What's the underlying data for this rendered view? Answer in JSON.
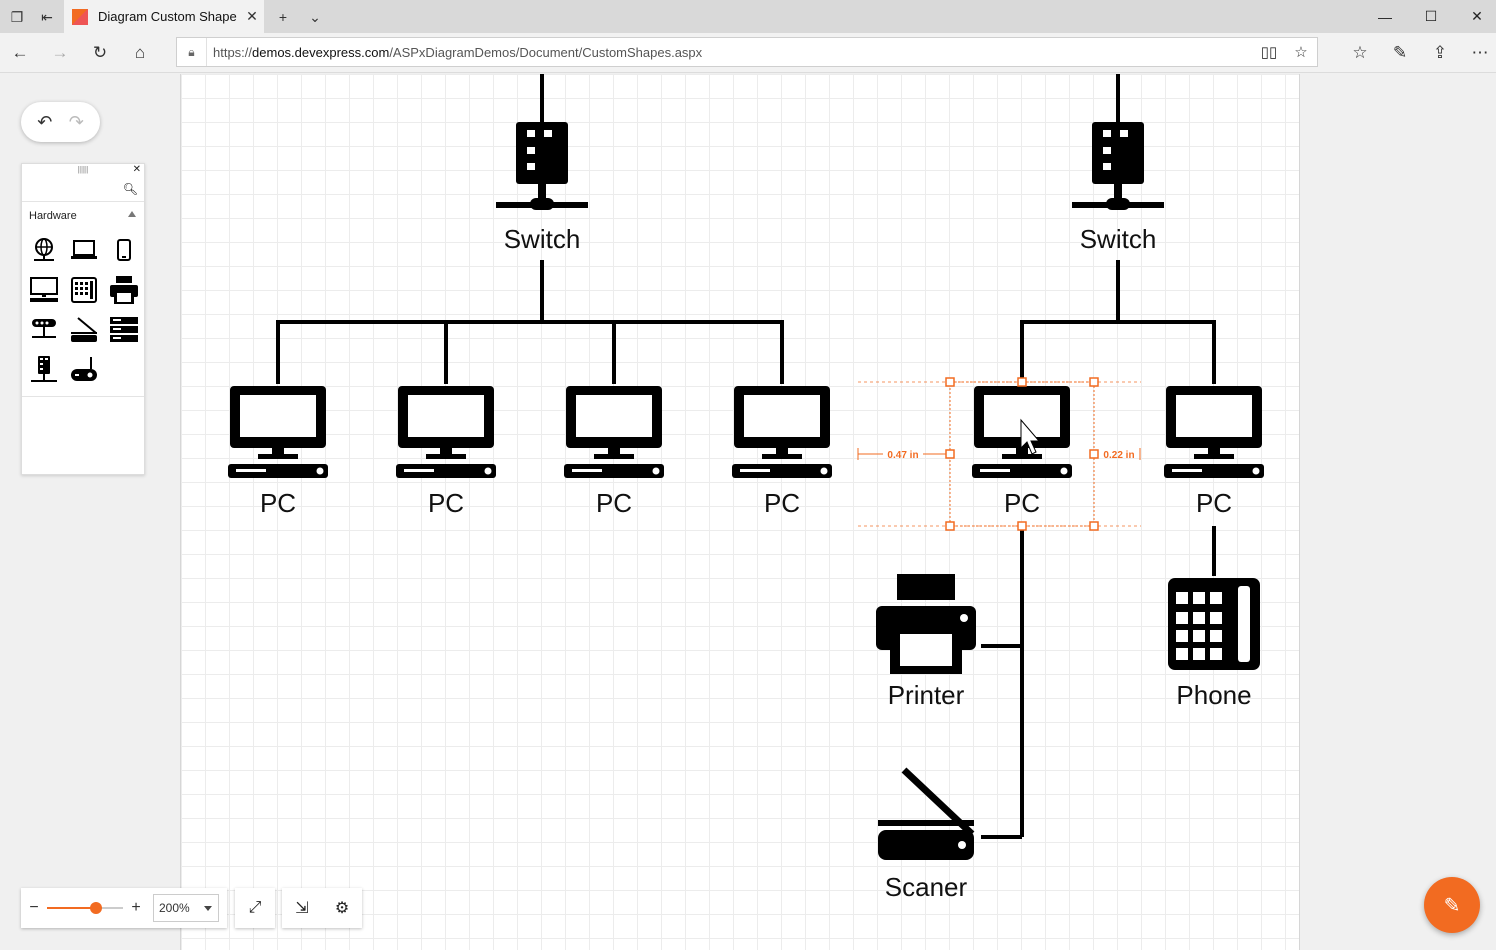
{
  "browser": {
    "tab_title": "Diagram Custom Shape",
    "url_prefix": "https://",
    "url_host": "demos.devexpress.com",
    "url_path": "/ASPxDiagramDemos/Document/CustomShapes.aspx"
  },
  "toolbox": {
    "category": "Hardware",
    "search_placeholder": "",
    "shape_icons": [
      "globe-network-icon",
      "laptop-icon",
      "mobile-icon",
      "desktop-pc-icon",
      "phone-keypad-icon",
      "printer-icon",
      "router-icon",
      "scanner-icon",
      "server-stack-icon",
      "switch-icon",
      "modem-icon"
    ]
  },
  "diagram": {
    "switch_left": "Switch",
    "switch_right": "Switch",
    "pc_labels": [
      "PC",
      "PC",
      "PC",
      "PC",
      "PC",
      "PC"
    ],
    "printer": "Printer",
    "phone": "Phone",
    "scanner": "Scaner",
    "measure_left": "0.47 in",
    "measure_right": "0.22 in",
    "selection_color": "#f26b21"
  },
  "zoom": {
    "value": "200%",
    "slider_fraction": 0.65
  },
  "accent": "#f26b21"
}
